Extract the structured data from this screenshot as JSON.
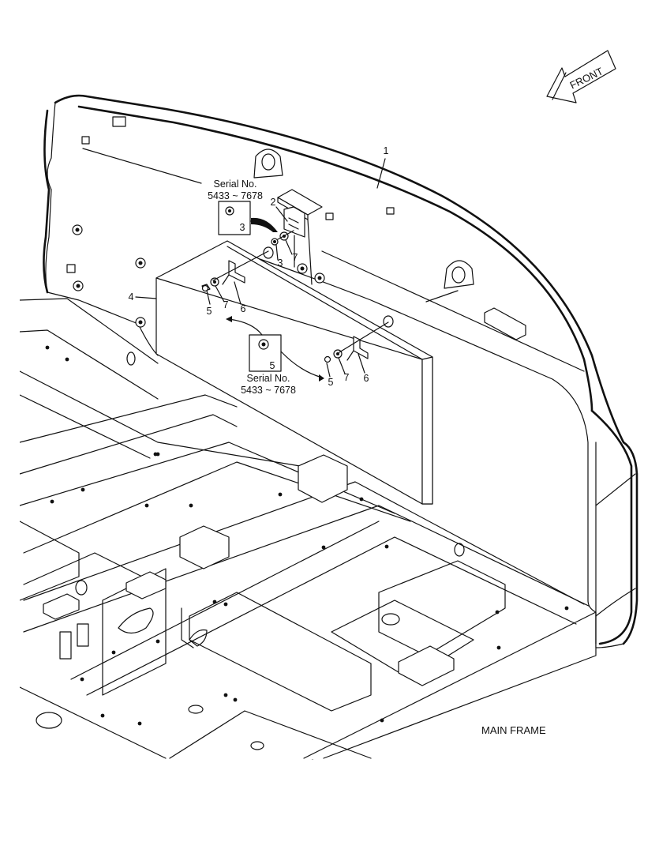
{
  "diagram": {
    "front_label": "FRONT",
    "main_frame_label": "MAIN FRAME",
    "serial_top": {
      "title": "Serial No.",
      "range": "5433 ~ 7678",
      "part": "3"
    },
    "serial_bottom": {
      "title": "Serial No.",
      "range": "5433 ~ 7678",
      "part": "5"
    },
    "callouts": {
      "counterweight": "1",
      "bracket": "2",
      "bolt_upper": "3",
      "cover_plate": "4",
      "bolt_left": "5",
      "bolt_right": "5",
      "bracket_left": "6",
      "bracket_right": "6",
      "washer_upper": "7",
      "washer_left": "7",
      "washer_right": "7"
    }
  }
}
